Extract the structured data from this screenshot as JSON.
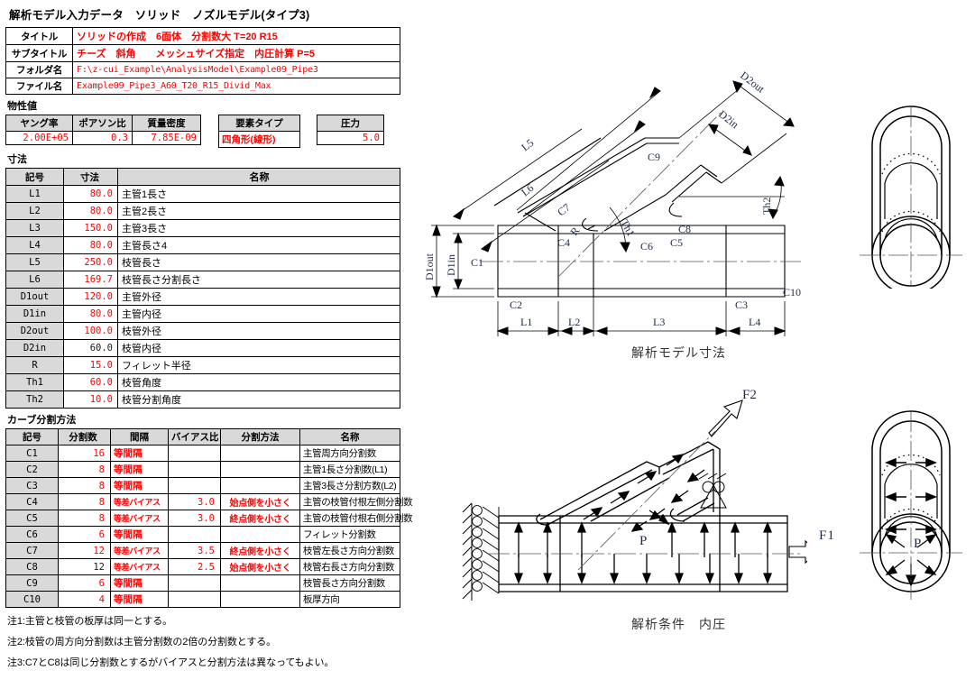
{
  "document": {
    "title": "解析モデル入力データ　ソリッド　ノズルモデル(タイプ3)"
  },
  "info": {
    "rows": [
      {
        "key": "タイトル",
        "value": "ソリッドの作成　6面体　分割数大 T=20 R15",
        "mono": false
      },
      {
        "key": "サブタイトル",
        "value": "チーズ　斜角　　メッシュサイズ指定　内圧計算 P=5",
        "mono": false
      },
      {
        "key": "フォルダ名",
        "value": "F:\\z-cui_Example\\AnalysisModel\\Example09_Pipe3",
        "mono": true
      },
      {
        "key": "ファイル名",
        "value": "Example09_Pipe3_A60_T20_R15_Divid_Max",
        "mono": true
      }
    ]
  },
  "properties": {
    "section_label": "物性値",
    "material": {
      "headers": [
        "ヤング率",
        "ポアソン比",
        "質量密度"
      ],
      "values": [
        "2.00E+05",
        "0.3",
        "7.85E-09"
      ]
    },
    "element": {
      "header": "要素タイプ",
      "value": "四角形(線形)"
    },
    "pressure": {
      "header": "圧力",
      "value": "5.0"
    }
  },
  "dimensions": {
    "section_label": "寸法",
    "headers": [
      "記号",
      "寸法",
      "名称"
    ],
    "rows": [
      {
        "symbol": "L1",
        "value": "80.0",
        "name": "主管1長さ",
        "red": true
      },
      {
        "symbol": "L2",
        "value": "80.0",
        "name": "主管2長さ",
        "red": true
      },
      {
        "symbol": "L3",
        "value": "150.0",
        "name": "主管3長さ",
        "red": true
      },
      {
        "symbol": "L4",
        "value": "80.0",
        "name": "主管長さ4",
        "red": true
      },
      {
        "symbol": "L5",
        "value": "250.0",
        "name": "枝管長さ",
        "red": true
      },
      {
        "symbol": "L6",
        "value": "169.7",
        "name": "枝管長さ分割長さ",
        "red": true
      },
      {
        "symbol": "D1out",
        "value": "120.0",
        "name": "主管外径",
        "red": true
      },
      {
        "symbol": "D1in",
        "value": "80.0",
        "name": "主管内径",
        "red": true
      },
      {
        "symbol": "D2out",
        "value": "100.0",
        "name": "枝管外径",
        "red": true
      },
      {
        "symbol": "D2in",
        "value": "60.0",
        "name": "枝管内径",
        "red": false
      },
      {
        "symbol": "R",
        "value": "15.0",
        "name": "フィレット半径",
        "red": true
      },
      {
        "symbol": "Th1",
        "value": "60.0",
        "name": "枝管角度",
        "red": true
      },
      {
        "symbol": "Th2",
        "value": "10.0",
        "name": "枝管分割角度",
        "red": true
      }
    ]
  },
  "curve_division": {
    "section_label": "カーブ分割方法",
    "headers": [
      "記号",
      "分割数",
      "間隔",
      "バイアス比",
      "分割方法",
      "名称"
    ],
    "rows": [
      {
        "symbol": "C1",
        "count": "16",
        "spacing": "等間隔",
        "bias": "",
        "method": "",
        "name": "主管周方向分割数",
        "count_red": true
      },
      {
        "symbol": "C2",
        "count": "8",
        "spacing": "等間隔",
        "bias": "",
        "method": "",
        "name": "主管1長さ分割数(L1)",
        "count_red": true
      },
      {
        "symbol": "C3",
        "count": "8",
        "spacing": "等間隔",
        "bias": "",
        "method": "",
        "name": "主管3長さ分割方数(L2)",
        "count_red": true
      },
      {
        "symbol": "C4",
        "count": "8",
        "spacing": "等差バイアス",
        "bias": "3.0",
        "method": "始点側を小さく",
        "name": "主管の枝管付根左側分割数",
        "count_red": true
      },
      {
        "symbol": "C5",
        "count": "8",
        "spacing": "等差バイアス",
        "bias": "3.0",
        "method": "終点側を小さく",
        "name": "主管の枝管付根右側分割数",
        "count_red": true
      },
      {
        "symbol": "C6",
        "count": "6",
        "spacing": "等間隔",
        "bias": "",
        "method": "",
        "name": "フィレット分割数",
        "count_red": true
      },
      {
        "symbol": "C7",
        "count": "12",
        "spacing": "等差バイアス",
        "bias": "3.5",
        "method": "終点側を小さく",
        "name": "枝管左長さ方向分割数",
        "count_red": true
      },
      {
        "symbol": "C8",
        "count": "12",
        "spacing": "等差バイアス",
        "bias": "2.5",
        "method": "始点側を小さく",
        "name": "枝管右長さ方向分割数",
        "count_red": false
      },
      {
        "symbol": "C9",
        "count": "6",
        "spacing": "等間隔",
        "bias": "",
        "method": "",
        "name": "枝管長さ方向分割数",
        "count_red": true
      },
      {
        "symbol": "C10",
        "count": "4",
        "spacing": "等間隔",
        "bias": "",
        "method": "",
        "name": "板厚方向",
        "count_red": true
      }
    ]
  },
  "notes": [
    "注1:主管と枝管の板厚は同一とする。",
    "注2:枝管の周方向分割数は主管分割数の2倍の分割数とする。",
    "注3:C7とC8は同じ分割数とするがバイアスと分割方法は異なってもよい。"
  ],
  "drawings": {
    "model_dimension": {
      "caption": "解析モデル寸法",
      "labels": [
        "L5",
        "L6",
        "C7",
        "C4",
        "R",
        "C9",
        "C8",
        "C6",
        "C5",
        "C3",
        "C2",
        "C1",
        "C10",
        "D2out",
        "D2in",
        "D1out",
        "D1in",
        "Th1",
        "Th2",
        "L1",
        "L2",
        "L3",
        "L4"
      ]
    },
    "analysis_condition": {
      "caption": "解析条件　内圧",
      "labels": [
        "F1",
        "F2",
        "P"
      ]
    },
    "section_top": {
      "labels": []
    },
    "section_bottom": {
      "labels": [
        "P"
      ]
    }
  },
  "colors": {
    "value_red": "#ff0000",
    "header_gray": "#d9d9d9",
    "border": "#000000",
    "label_blue": "#1c2a4a"
  }
}
